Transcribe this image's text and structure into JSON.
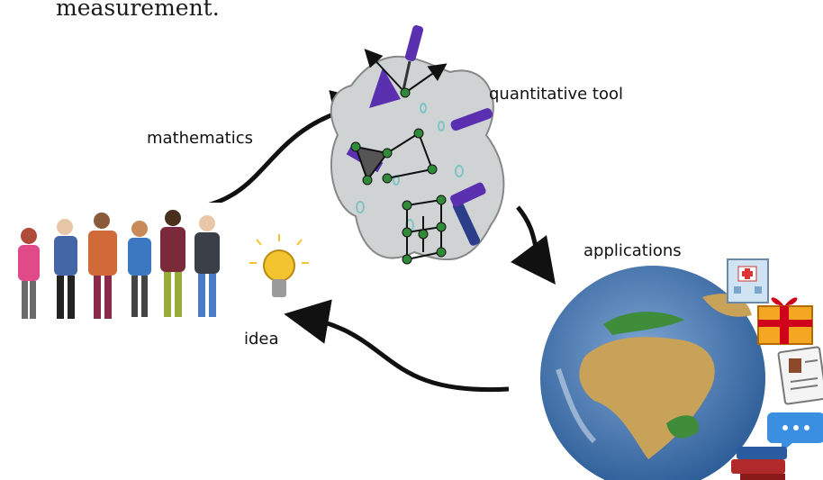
{
  "heading": "measurement.",
  "labels": {
    "mathematics": "mathematics",
    "quantitative_tool": "quantitative tool",
    "applications": "applications",
    "idea": "idea"
  },
  "icons": [
    "people-group-icon",
    "lightbulb-icon",
    "tools-blob-icon",
    "earth-globe-icon",
    "hospital-icon",
    "gift-icon",
    "id-card-icon",
    "chat-bubble-icon",
    "books-icon"
  ],
  "colors": {
    "arrow": "#111111",
    "tool_purple": "#5a2fb0",
    "node_green": "#2f8a3a",
    "blob_gray": "#cfd3d3",
    "blob_dots": "#7fc4c4",
    "bulb": "#f4c430",
    "ocean": "#4d7fb8",
    "land_green": "#3f8c3a",
    "land_sand": "#c9a25a"
  }
}
